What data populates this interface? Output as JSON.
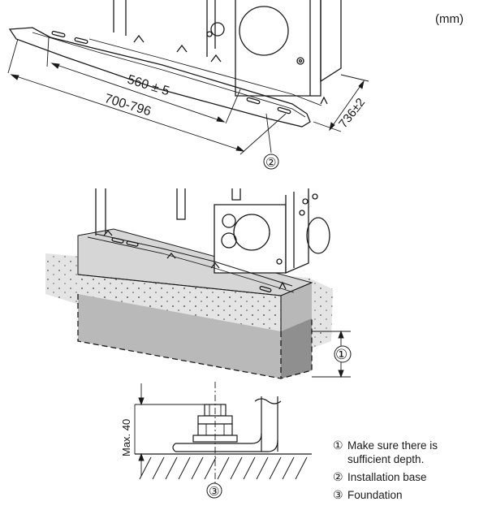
{
  "unit_label": "(mm)",
  "dimensions": {
    "inner_width": "560 ± 5",
    "outer_width": "700-796",
    "depth": "736±2",
    "max_height": "Max. 40"
  },
  "markers": {
    "installation_base": "②",
    "depth_note": "①",
    "foundation": "③"
  },
  "legend": [
    {
      "marker": "①",
      "text": "Make sure there is sufficient depth."
    },
    {
      "marker": "②",
      "text": "Installation base"
    },
    {
      "marker": "③",
      "text": "Foundation"
    }
  ]
}
